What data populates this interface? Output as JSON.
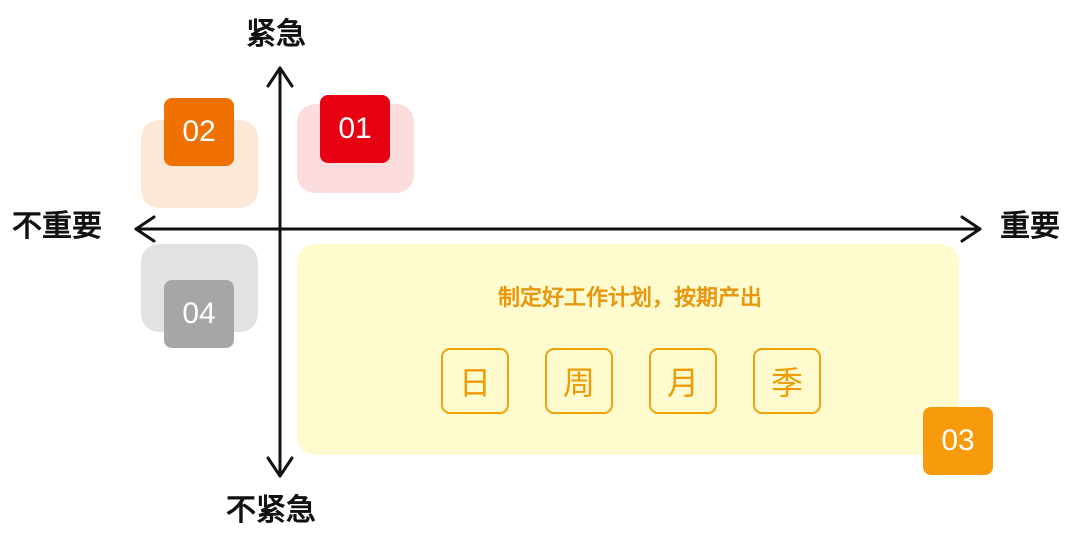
{
  "axes": {
    "top_label": "紧急",
    "bottom_label": "不紧急",
    "left_label": "不重要",
    "right_label": "重要"
  },
  "quadrants": {
    "q1": {
      "number": "01",
      "bg_color": "#fcdcdc",
      "badge_color": "#e60012"
    },
    "q2": {
      "number": "02",
      "bg_color": "#fde8d8",
      "badge_color": "#f07000"
    },
    "q3": {
      "number": "03",
      "bg_color": "#fefccf",
      "badge_color": "#f79a0c",
      "title": "制定好工作计划，按期产出",
      "periods": [
        "日",
        "周",
        "月",
        "季"
      ]
    },
    "q4": {
      "number": "04",
      "bg_color": "#e2e2e2",
      "badge_color": "#a6a6a6"
    }
  },
  "colors": {
    "axis": "#111111",
    "accent_orange": "#f0a30a"
  }
}
